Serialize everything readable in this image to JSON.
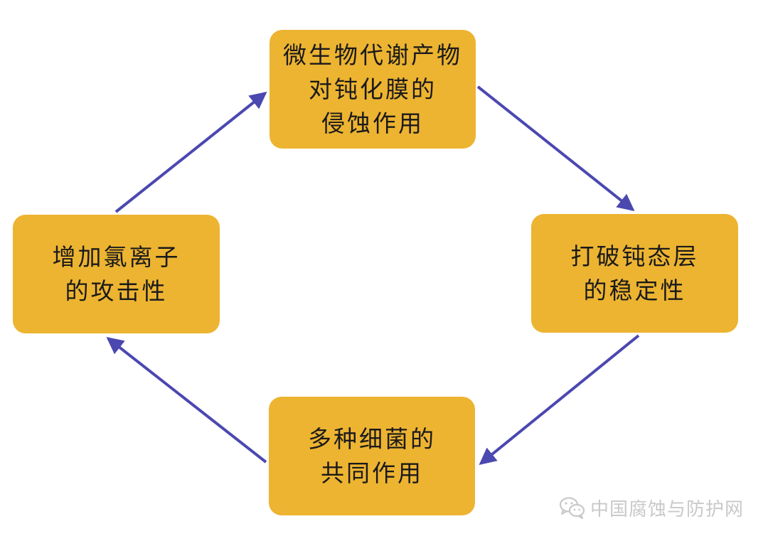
{
  "diagram": {
    "nodes": [
      {
        "id": "node-top",
        "lines": [
          "微生物代谢产物",
          "对钝化膜的",
          "侵蚀作用"
        ]
      },
      {
        "id": "node-right",
        "lines": [
          "打破钝态层",
          "的稳定性"
        ]
      },
      {
        "id": "node-bottom",
        "lines": [
          "多种细菌的",
          "共同作用"
        ]
      },
      {
        "id": "node-left",
        "lines": [
          "增加氯离子",
          "的攻击性"
        ]
      }
    ],
    "edges": [
      {
        "from": "node-top",
        "to": "node-right"
      },
      {
        "from": "node-right",
        "to": "node-bottom"
      },
      {
        "from": "node-bottom",
        "to": "node-left"
      },
      {
        "from": "node-left",
        "to": "node-top"
      }
    ],
    "colors": {
      "node_fill": "#EDB431",
      "arrow": "#4B48B0",
      "watermark": "#C9C9C9"
    }
  },
  "watermark": {
    "icon": "wechat-icon",
    "text": "中国腐蚀与防护网"
  }
}
